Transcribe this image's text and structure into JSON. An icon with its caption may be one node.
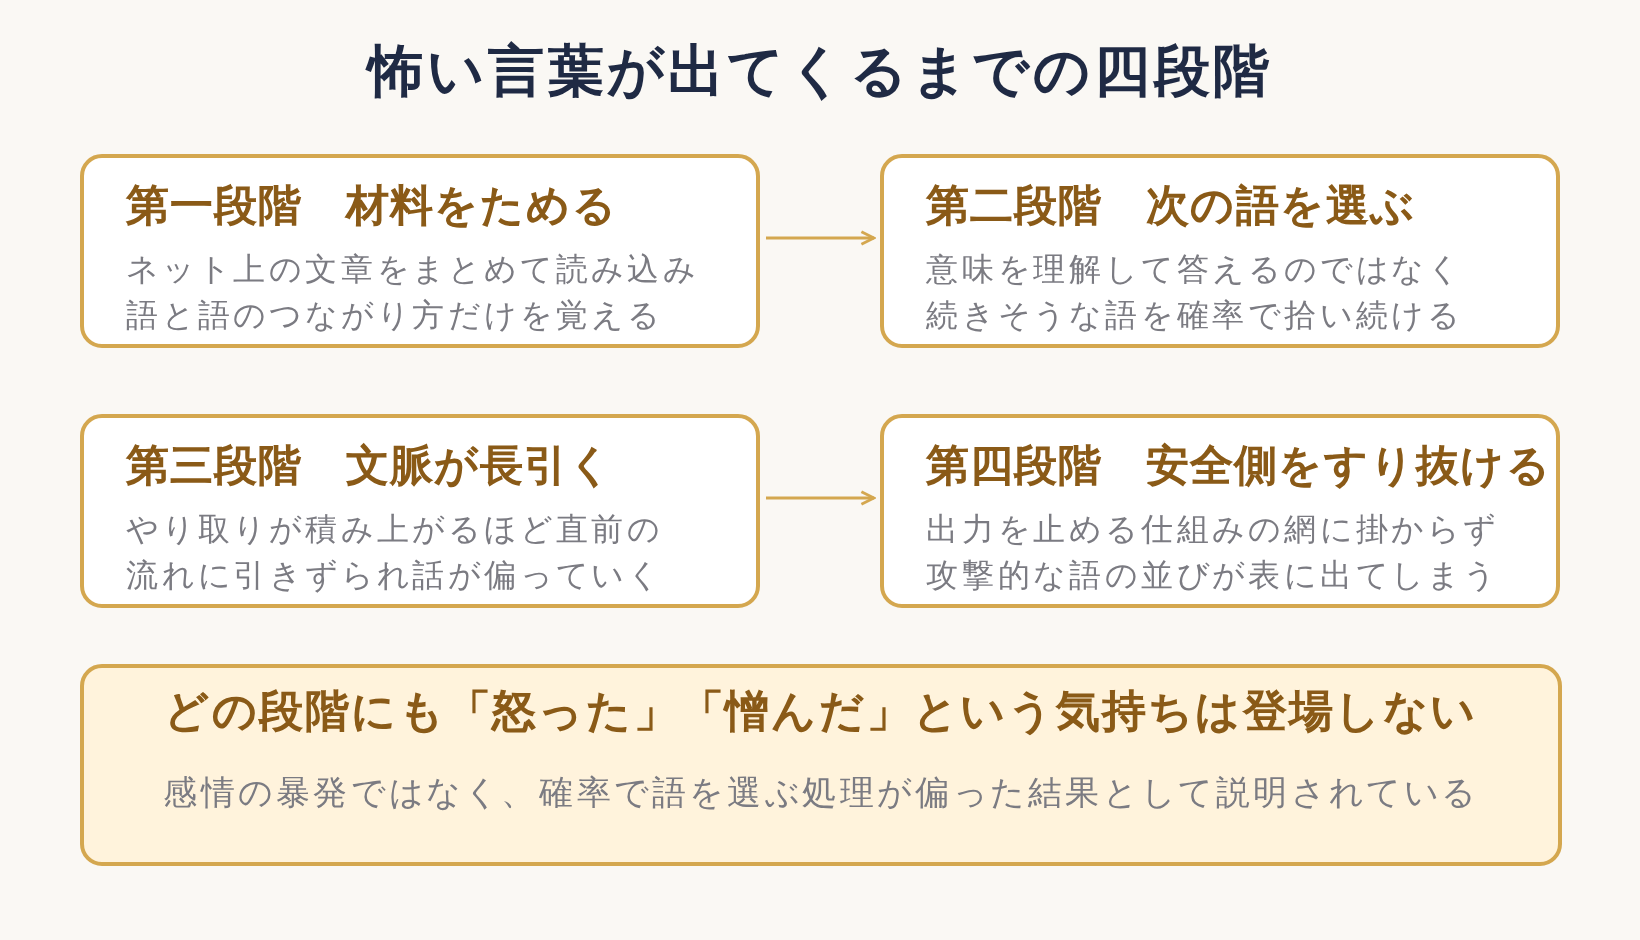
{
  "diagram": {
    "title": "怖い言葉が出てくるまでの四段階",
    "nodes": [
      {
        "text": [
          "第一段階　材料をためる",
          "ネット上の文章をまとめて読み込み語と語のつながり方だけを覚える"
        ]
      },
      {
        "text": [
          "第二段階　次の語を選ぶ",
          "意味を理解して答えるのではなく続きそうな語を確率で拾い続ける"
        ]
      },
      {
        "text": [
          "第三段階　文脈が長引く",
          "やり取りが積み上がるほど直前の流れに引きずられ話が偏っていく"
        ]
      },
      {
        "text": [
          "第四段階　安全側をすり抜ける",
          "出力を止める仕組みの網に掛からず攻撃的な語の並びが表に出てしまう"
        ]
      },
      {
        "text": [
          "どの段階にも「怒った」「憎んだ」という気持ちは登場しない",
          "感情の暴発ではなく、確率で語を選ぶ処理が偏った結果として説明されている"
        ]
      }
    ],
    "edges": [
      {
        "from": 0,
        "to": 1,
        "arrow": "to"
      },
      {
        "from": 2,
        "to": 3,
        "arrow": "to"
      }
    ]
  }
}
